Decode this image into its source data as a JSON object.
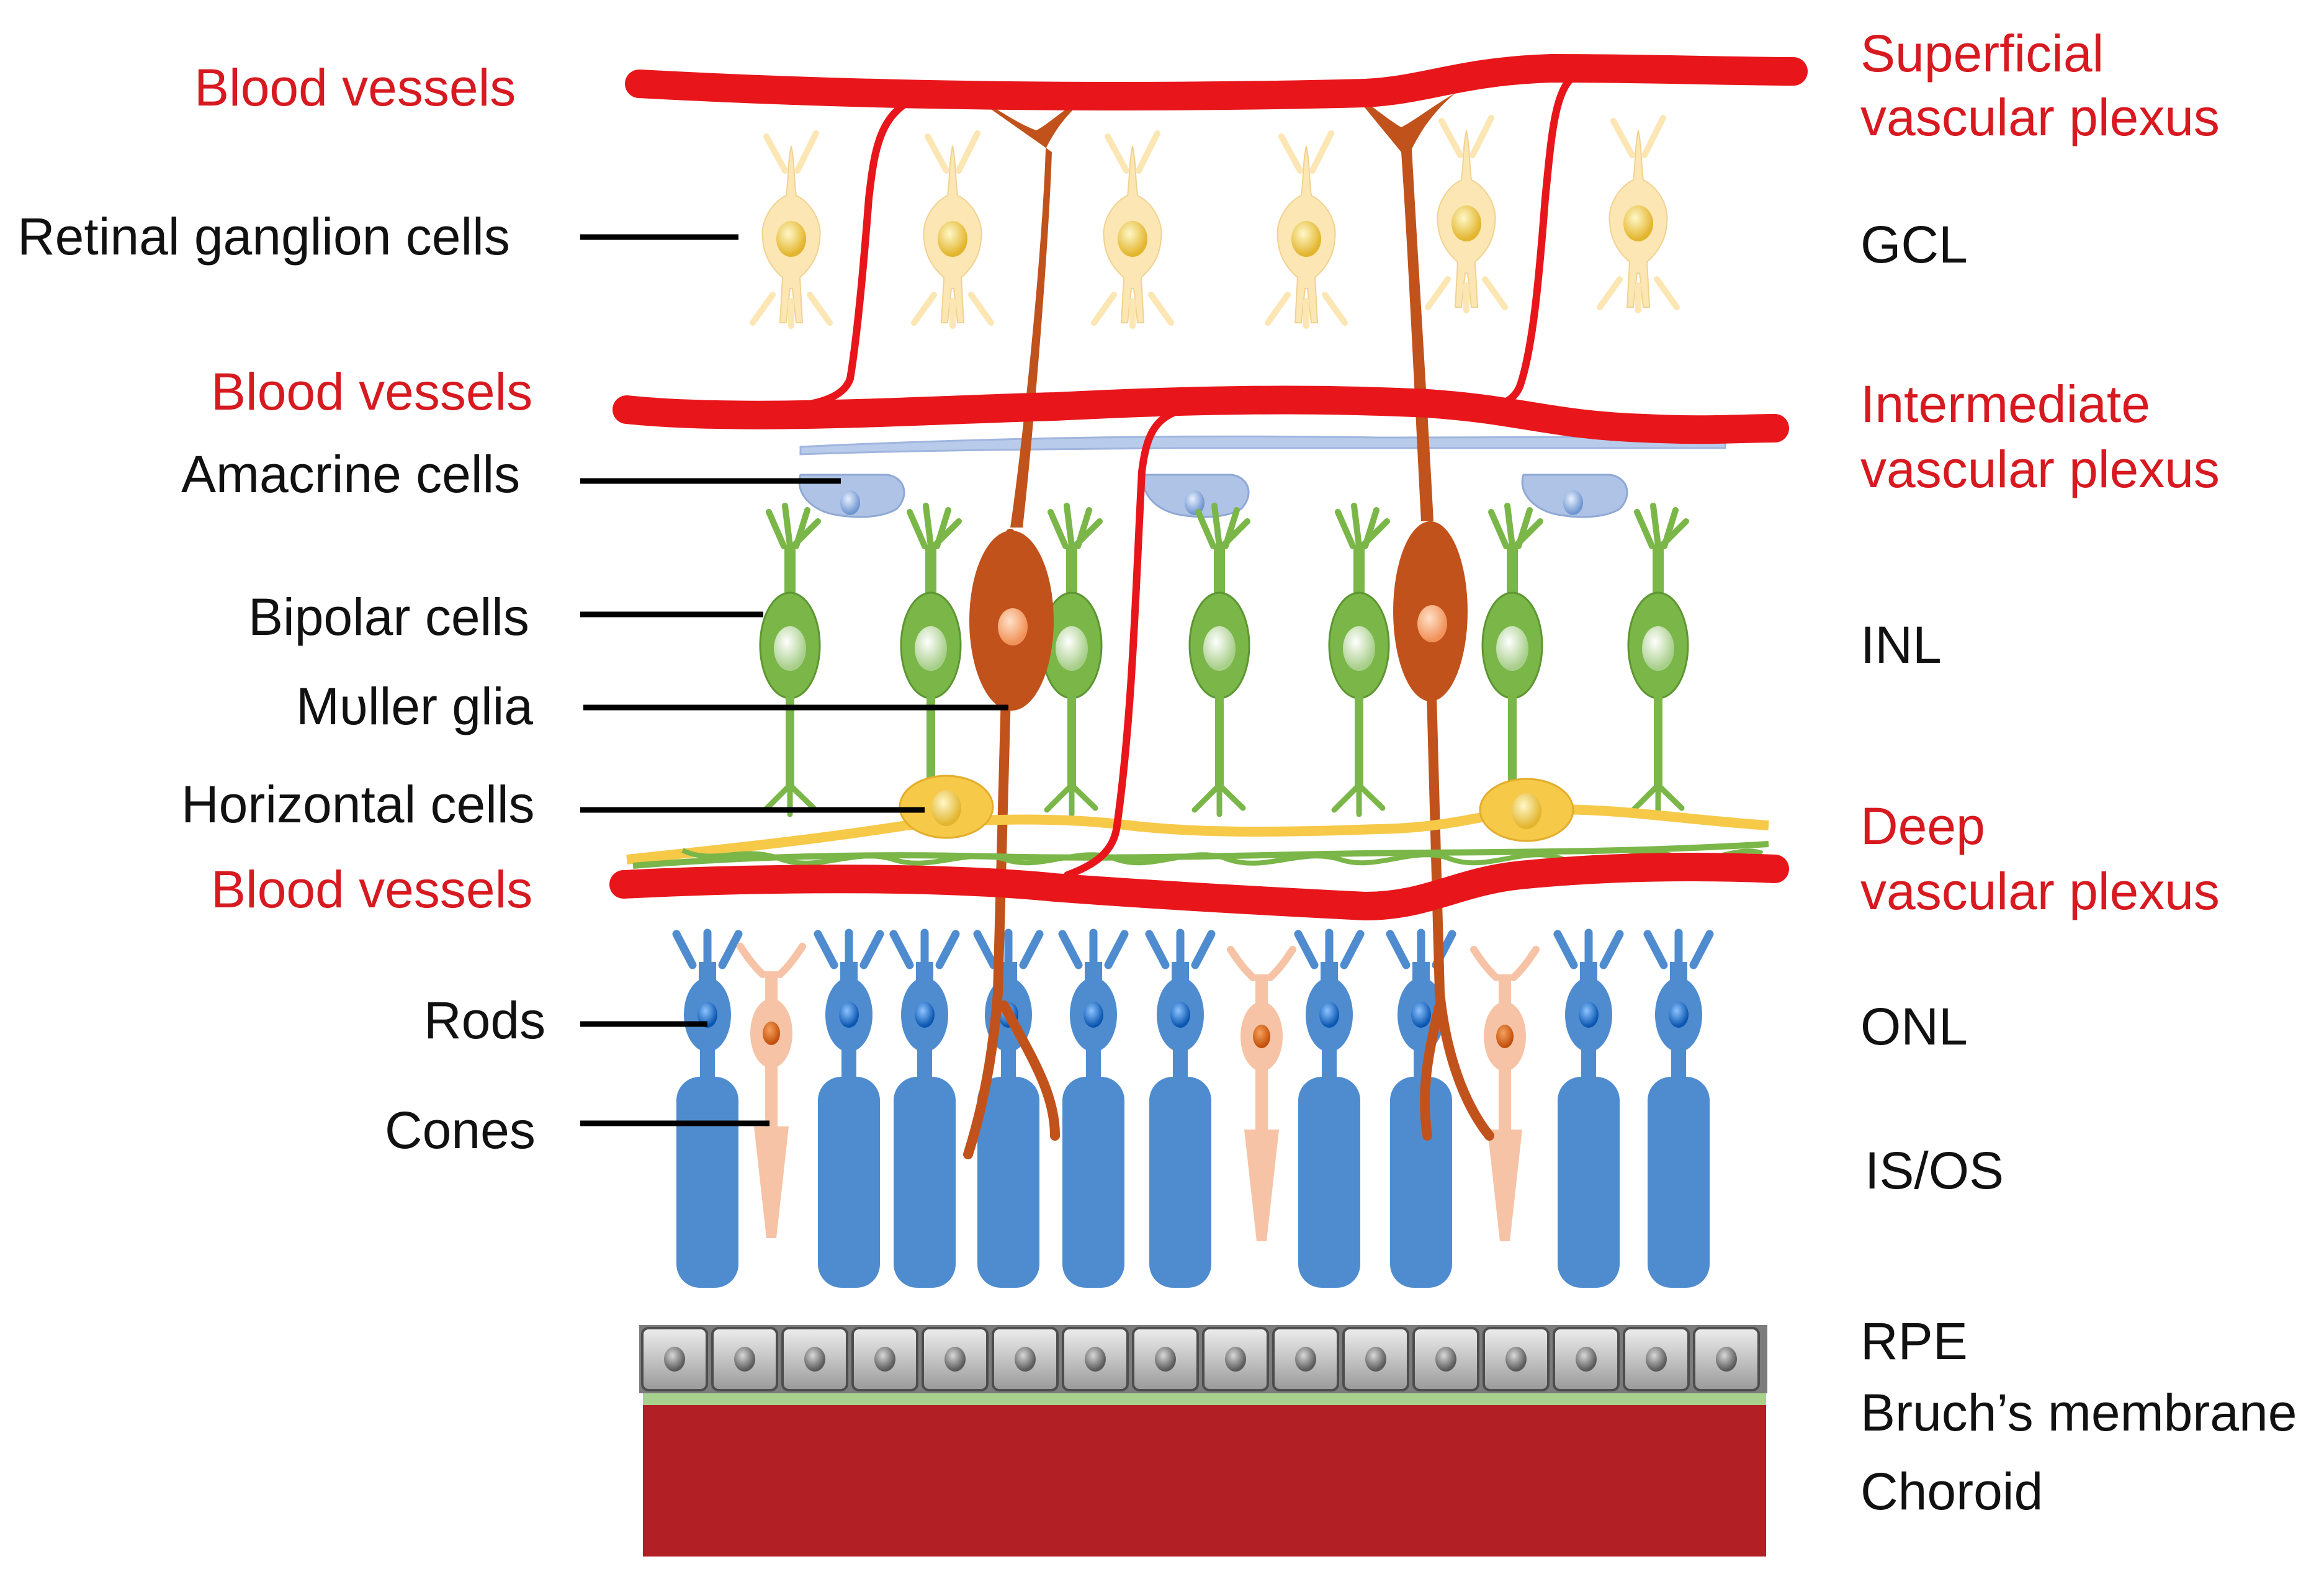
{
  "left_labels": {
    "blood_vessels_top": "Blood vessels",
    "retinal_ganglion_cells": "Retinal ganglion cells",
    "blood_vessels_mid": "Blood vessels",
    "amacrine_cells": "Amacrine cells",
    "bipolar_cells": "Bipolar cells",
    "muller_glia": "Mυller glia",
    "horizontal_cells": "Horizontal cells",
    "blood_vessels_deep": "Blood vessels",
    "rods": "Rods",
    "cones": "Cones"
  },
  "right_labels": {
    "superficial_1": "Superficial",
    "superficial_2": "vascular plexus",
    "gcl": "GCL",
    "intermediate_1": "Intermediate",
    "intermediate_2": "vascular plexus",
    "inl": "INL",
    "deep_1": "Deep",
    "deep_2": "vascular plexus",
    "onl": "ONL",
    "isos": "IS/OS",
    "rpe": "RPE",
    "bruchs": "Bruch’s membrane",
    "choroid": "Choroid"
  },
  "colors": {
    "vessel_red": "#e8161b",
    "label_red": "#d71920",
    "ganglion_yellow": "#fbe6b4",
    "bipolar_green": "#7ab648",
    "muller_brown": "#c1521b",
    "amacrine_blue": "#aec3e6",
    "horizontal_yellow": "#f7c948",
    "rod_blue": "#4f8ccf",
    "cone_peach": "#f6c3a6",
    "rpe_gray": "#a8a8a8",
    "bruchs_green": "#a9d18e",
    "choroid_red": "#b21f24"
  }
}
